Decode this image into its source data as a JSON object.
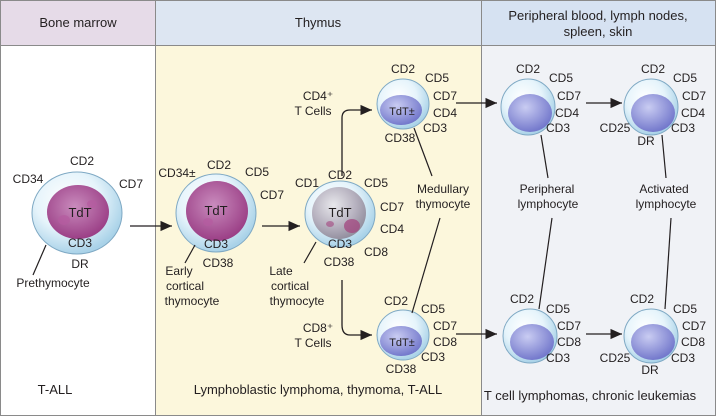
{
  "headers": {
    "bone_marrow": "Bone marrow",
    "thymus": "Thymus",
    "peripheral_line1": "Peripheral blood, lymph nodes,",
    "peripheral_line2": "spleen, skin"
  },
  "footers": {
    "bone_marrow": "T-ALL",
    "thymus": "Lymphoblastic lymphoma, thymoma, T-ALL",
    "peripheral": "T cell lymphomas, chronic leukemias"
  },
  "cells": {
    "prethymocyte": {
      "nucleus": "TdT",
      "markers": [
        "CD34",
        "CD2",
        "CD7",
        "CD3",
        "DR"
      ],
      "name": "Prethymocyte"
    },
    "early_cortical": {
      "nucleus": "TdT",
      "markers": [
        "CD34±",
        "CD2",
        "CD5",
        "CD7",
        "CD3",
        "CD38"
      ],
      "name_lines": [
        "Early",
        "cortical",
        "thymocyte"
      ]
    },
    "late_cortical": {
      "nucleus": "TdT",
      "markers": [
        "CD1",
        "CD2",
        "CD5",
        "CD7",
        "CD4",
        "CD3",
        "CD8",
        "CD38"
      ],
      "name_lines": [
        "Late",
        "cortical",
        "thymocyte"
      ]
    },
    "cd4_medullary": {
      "nucleus": "TdT±",
      "markers": [
        "CD2",
        "CD5",
        "CD7",
        "CD4",
        "CD3",
        "CD38"
      ],
      "branch_label": [
        "CD4⁺",
        "T Cells"
      ]
    },
    "cd8_medullary": {
      "nucleus": "TdT±",
      "markers": [
        "CD2",
        "CD5",
        "CD7",
        "CD8",
        "CD3",
        "CD38"
      ],
      "branch_label": [
        "CD8⁺",
        "T Cells"
      ]
    },
    "medullary_label": [
      "Medullary",
      "thymocyte"
    ],
    "cd4_peripheral": {
      "markers": [
        "CD2",
        "CD5",
        "CD7",
        "CD4",
        "CD3"
      ]
    },
    "cd4_activated": {
      "markers": [
        "CD2",
        "CD5",
        "CD7",
        "CD4",
        "CD25",
        "CD3",
        "DR"
      ]
    },
    "cd8_peripheral": {
      "markers": [
        "CD2",
        "CD5",
        "CD7",
        "CD8",
        "CD3"
      ]
    },
    "cd8_activated": {
      "markers": [
        "CD2",
        "CD5",
        "CD7",
        "CD8",
        "CD25",
        "CD3",
        "DR"
      ]
    },
    "peripheral_label": [
      "Peripheral",
      "lymphocyte"
    ],
    "activated_label": [
      "Activated",
      "lymphocyte"
    ]
  },
  "colors": {
    "bone_marrow_header": "#e6dbe8",
    "thymus_header": "#dde6f2",
    "peripheral_header": "#d6e2f2",
    "thymus_body": "#fcf7dc",
    "peripheral_body": "#f0f2f6",
    "border": "#8a8a8a",
    "cell_membrane": "#9ecde6",
    "nucleus_purple": "#9b3f86",
    "nucleus_blue": "#7f86d2"
  }
}
